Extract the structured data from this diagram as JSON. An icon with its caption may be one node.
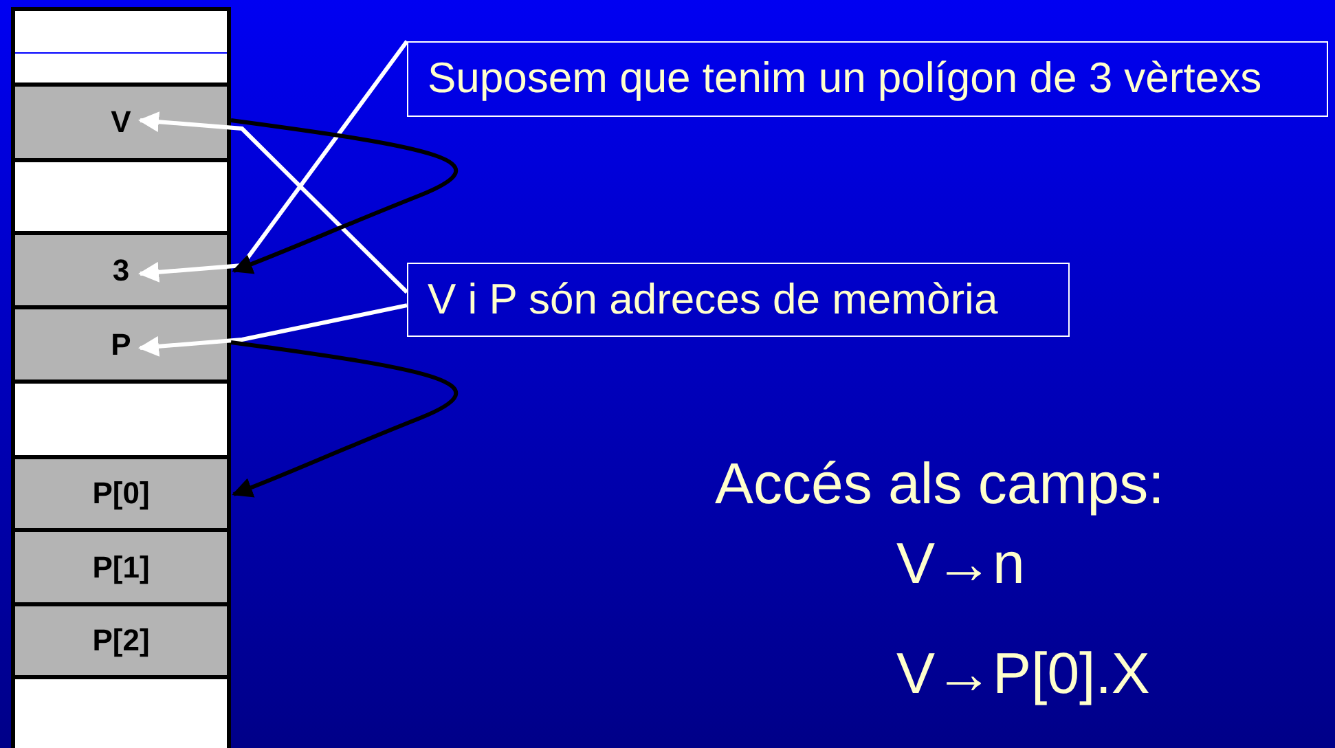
{
  "diagram": {
    "nodes": [
      {
        "text": [],
        "shape": "box"
      },
      {
        "text": [
          "V"
        ]
      },
      {
        "text": [],
        "shape": "box"
      },
      {
        "text": [
          "3"
        ]
      },
      {
        "text": [
          "P"
        ]
      },
      {
        "text": [],
        "shape": "box"
      },
      {
        "text": [
          "P[0]"
        ]
      },
      {
        "text": [
          "P[1]"
        ]
      },
      {
        "text": [
          "P[2]"
        ]
      },
      {
        "text": [],
        "shape": "box"
      },
      {
        "text": [
          "Suposem que tenim un polígon de 3 vèrtexs"
        ]
      },
      {
        "text": [
          "V i P són adreces de memòria"
        ]
      }
    ],
    "edges": [
      {
        "from": 10,
        "to": 3,
        "arrow": "to"
      },
      {
        "from": 11,
        "to": 1,
        "arrow": "to"
      },
      {
        "from": 11,
        "to": 4,
        "arrow": "to"
      },
      {
        "from": 1,
        "to": 3,
        "arrow": "to",
        "color": "#000000"
      },
      {
        "from": 4,
        "to": 6,
        "arrow": "to",
        "color": "#000000"
      }
    ],
    "labels": [
      "Accés als camps:",
      "V→n",
      "V→P[0].X"
    ]
  }
}
